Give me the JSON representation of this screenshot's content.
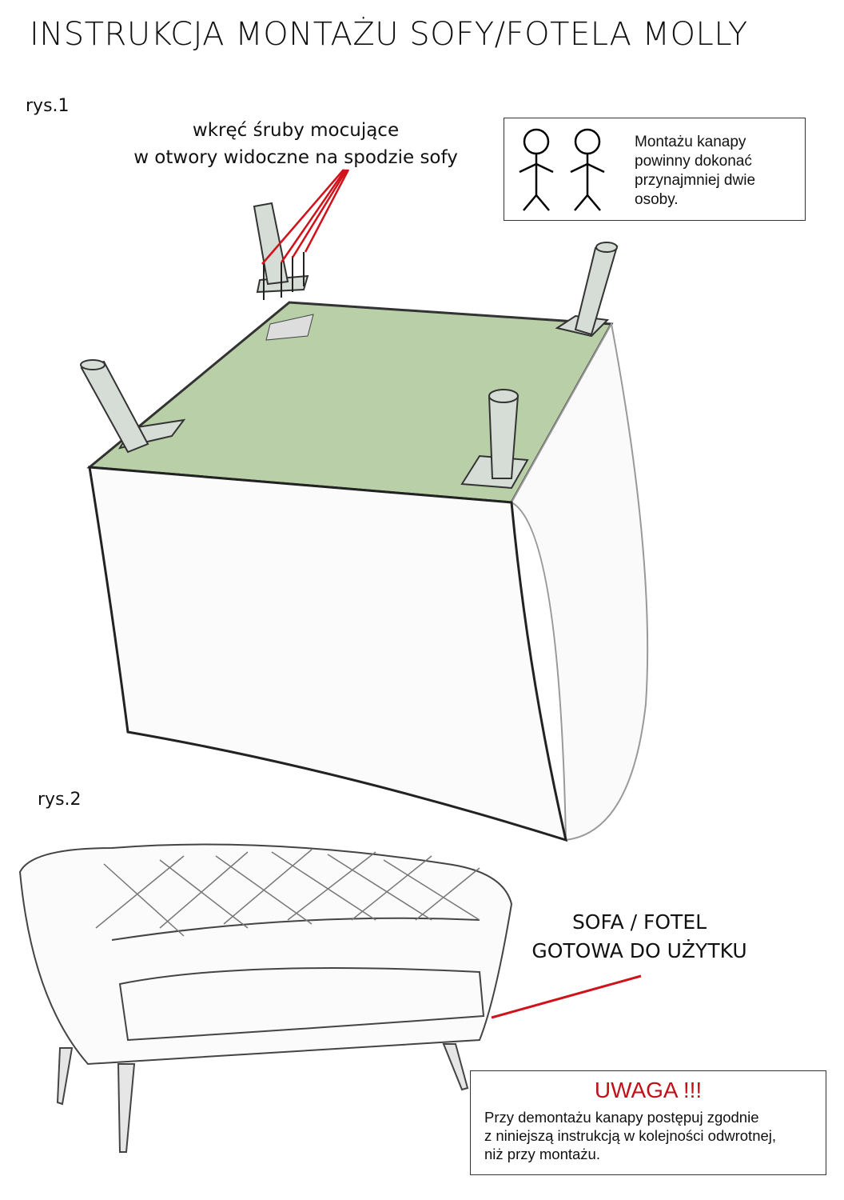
{
  "title": "INSTRUKCJA MONTAŻU SOFY/FOTELA MOLLY",
  "figure1": {
    "label": "rys.1",
    "caption_line1": "wkręć śruby mocujące",
    "caption_line2": "w otwory widoczne na spodzie sofy"
  },
  "people_note": {
    "icon": "two-people-icon",
    "lines": [
      "Montażu kanapy",
      "powinny dokonać",
      "przynajmniej dwie",
      "osoby."
    ]
  },
  "figure2": {
    "label": "rys.2",
    "caption_line1": "SOFA / FOTEL",
    "caption_line2": "GOTOWA DO UŻYTKU"
  },
  "warning": {
    "title": "UWAGA !!!",
    "lines": [
      "Przy demontażu kanapy postępuj zgodnie",
      "z niniejszą instrukcją w kolejności odwrotnej,",
      "niż przy montażu."
    ],
    "title_color": "#c0111a"
  },
  "colors": {
    "pointer": "#d0121b",
    "underside": "#b9cfa8"
  }
}
